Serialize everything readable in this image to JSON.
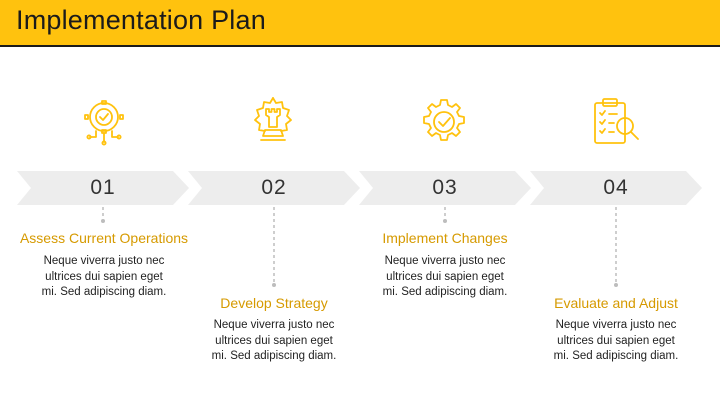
{
  "header": {
    "title": "Implementation Plan"
  },
  "colors": {
    "accent": "#FFC20E",
    "title": "#D69A00",
    "chevron": "#EDEDED",
    "dots": "#BDBDBD"
  },
  "steps": [
    {
      "number": "01",
      "title": "Assess Current Operations",
      "description": "Neque viverra justo nec\nultrices dui sapien eget\nmi. Sed adipiscing diam.",
      "icon": "gear-circuit-check-icon"
    },
    {
      "number": "02",
      "title": "Develop Strategy",
      "description": "Neque viverra justo nec\nultrices dui sapien eget\nmi. Sed adipiscing diam.",
      "icon": "gear-chess-rook-icon"
    },
    {
      "number": "03",
      "title": "Implement Changes",
      "description": "Neque viverra justo nec\nultrices dui sapien eget\nmi. Sed adipiscing diam.",
      "icon": "gear-check-icon"
    },
    {
      "number": "04",
      "title": "Evaluate and Adjust",
      "description": "Neque viverra justo nec\nultrices dui sapien eget\nmi. Sed adipiscing diam.",
      "icon": "clipboard-magnifier-icon"
    }
  ]
}
